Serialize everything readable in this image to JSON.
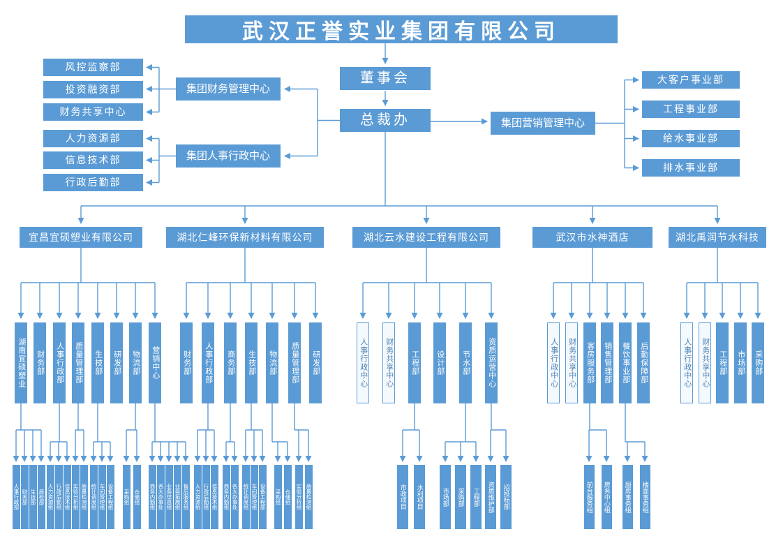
{
  "title": "武汉正誉实业集团有限公司",
  "board": "董事会",
  "president_office": "总裁办",
  "centers": {
    "finance": {
      "label": "集团财务管理中心",
      "children": [
        "风控监察部",
        "投资融资部",
        "财务共享中心"
      ]
    },
    "hr": {
      "label": "集团人事行政中心",
      "children": [
        "人力资源部",
        "信息技术部",
        "行政后勤部"
      ]
    },
    "marketing": {
      "label": "集团营销管理中心",
      "children": [
        "大客户事业部",
        "工程事业部",
        "给水事业部",
        "排水事业部"
      ]
    }
  },
  "companies": [
    {
      "name": "宜昌宜硕塑业有限公司",
      "departments": [
        {
          "label": "湖南宜硕塑业",
          "light": false,
          "children": [
            "人事行政部",
            "财务部",
            "生技部",
            "质检部"
          ]
        },
        {
          "label": "财务部",
          "light": false,
          "children": []
        },
        {
          "label": "人事行政部",
          "light": false,
          "children": [
            "人力资源组",
            "行政后勤组",
            "信息技术组"
          ]
        },
        {
          "label": "质量管理部",
          "light": false,
          "children": [
            "实验分析组",
            "质量检测组"
          ]
        },
        {
          "label": "生技部",
          "light": false,
          "children": [
            "统计调度组",
            "车间管理组",
            "设备工程组"
          ]
        },
        {
          "label": "研发部",
          "light": false,
          "children": []
        },
        {
          "label": "物流部",
          "light": false,
          "children": [
            "采购组",
            "仓储组"
          ]
        },
        {
          "label": "营销中心",
          "light": false,
          "children": [
            "商务内勤组",
            "各大办事处",
            "业务信息组",
            "业务拓展组",
            "售后服务组"
          ]
        }
      ]
    },
    {
      "name": "湖北仁峰环保新材料有限公司",
      "departments": [
        {
          "label": "财务部",
          "light": false,
          "children": []
        },
        {
          "label": "人事行政部",
          "light": false,
          "children": [
            "人力资源组",
            "行政后勤组",
            "信息技术组"
          ]
        },
        {
          "label": "商务部",
          "light": false,
          "children": [
            "商务内勤组",
            "各大办事处"
          ]
        },
        {
          "label": "生技部",
          "light": false,
          "children": [
            "统计调度组",
            "车间管理组",
            "设备工程部"
          ]
        },
        {
          "label": "物流部",
          "light": false,
          "children": [
            "采购组",
            "仓储组"
          ]
        },
        {
          "label": "质量管理部",
          "light": false,
          "children": [
            "实验分析组",
            "质量检测组"
          ]
        },
        {
          "label": "研发部",
          "light": false,
          "children": []
        }
      ]
    },
    {
      "name": "湖北云水建设工程有限公司",
      "departments": [
        {
          "label": "人事行政中心",
          "light": true,
          "children": []
        },
        {
          "label": "财务共享中心",
          "light": true,
          "children": []
        },
        {
          "label": "工程部",
          "light": false,
          "children": [
            "市政项目",
            "水利项目"
          ]
        },
        {
          "label": "设计部",
          "light": false,
          "children": []
        },
        {
          "label": "节水部",
          "light": false,
          "children": [
            "市场部",
            "采购部",
            "工程部"
          ]
        },
        {
          "label": "资质运营中心",
          "light": false,
          "children": [
            "资质维护部",
            "招投标部"
          ]
        }
      ]
    },
    {
      "name": "武汉市水神酒店",
      "departments": [
        {
          "label": "人事行政中心",
          "light": true,
          "children": []
        },
        {
          "label": "财务共享中心",
          "light": true,
          "children": []
        },
        {
          "label": "客房服务部",
          "light": false,
          "children": [
            "前台服务组",
            "房务中心组"
          ]
        },
        {
          "label": "销售管理部",
          "light": false,
          "children": []
        },
        {
          "label": "餐饮事业部",
          "light": false,
          "children": [
            "厨房事务组",
            "楼面事务组"
          ]
        },
        {
          "label": "后勤保障部",
          "light": false,
          "children": []
        }
      ]
    },
    {
      "name": "湖北禹润节水科技",
      "departments": [
        {
          "label": "人事行政中心",
          "light": true,
          "children": []
        },
        {
          "label": "财务共享中心",
          "light": true,
          "children": []
        },
        {
          "label": "工程部",
          "light": false,
          "children": []
        },
        {
          "label": "市场部",
          "light": false,
          "children": []
        },
        {
          "label": "采购部",
          "light": false,
          "children": []
        }
      ]
    }
  ],
  "colors": {
    "box_blue": "#5B9BD5",
    "light_box_bg": "#F4F9FD",
    "light_box_text": "#4d80b5",
    "line": "#5B9BD5"
  }
}
